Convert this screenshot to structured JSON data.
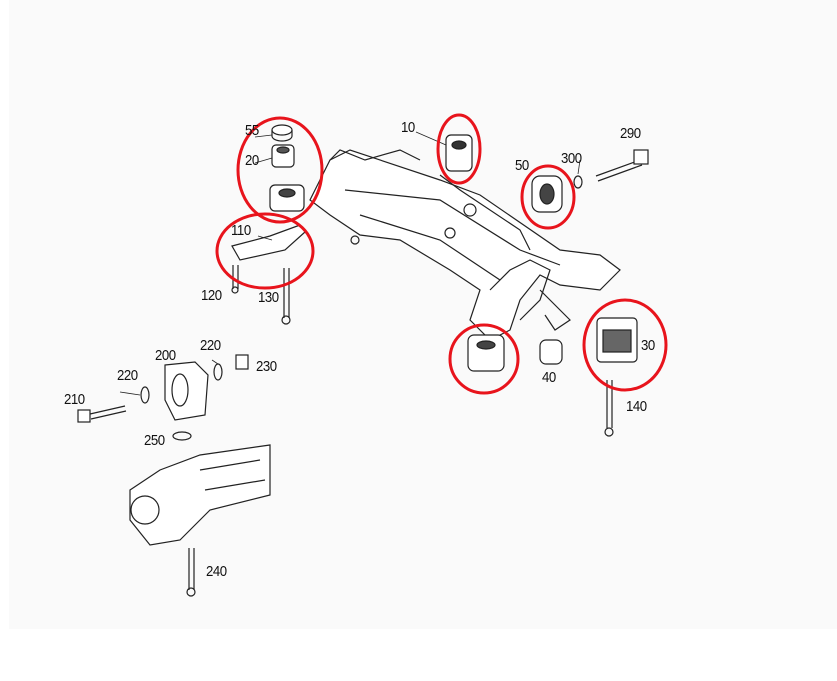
{
  "diagram": {
    "part_labels": {
      "p10": "10",
      "p20": "20",
      "p30": "30",
      "p40": "40",
      "p50": "50",
      "p55": "55",
      "p110": "110",
      "p120": "120",
      "p130": "130",
      "p140": "140",
      "p200": "200",
      "p210": "210",
      "p220a": "220",
      "p220b": "220",
      "p230": "230",
      "p240": "240",
      "p250": "250",
      "p290": "290",
      "p300": "300"
    },
    "highlight_color": "#e8141c",
    "line_color": "#222222"
  }
}
